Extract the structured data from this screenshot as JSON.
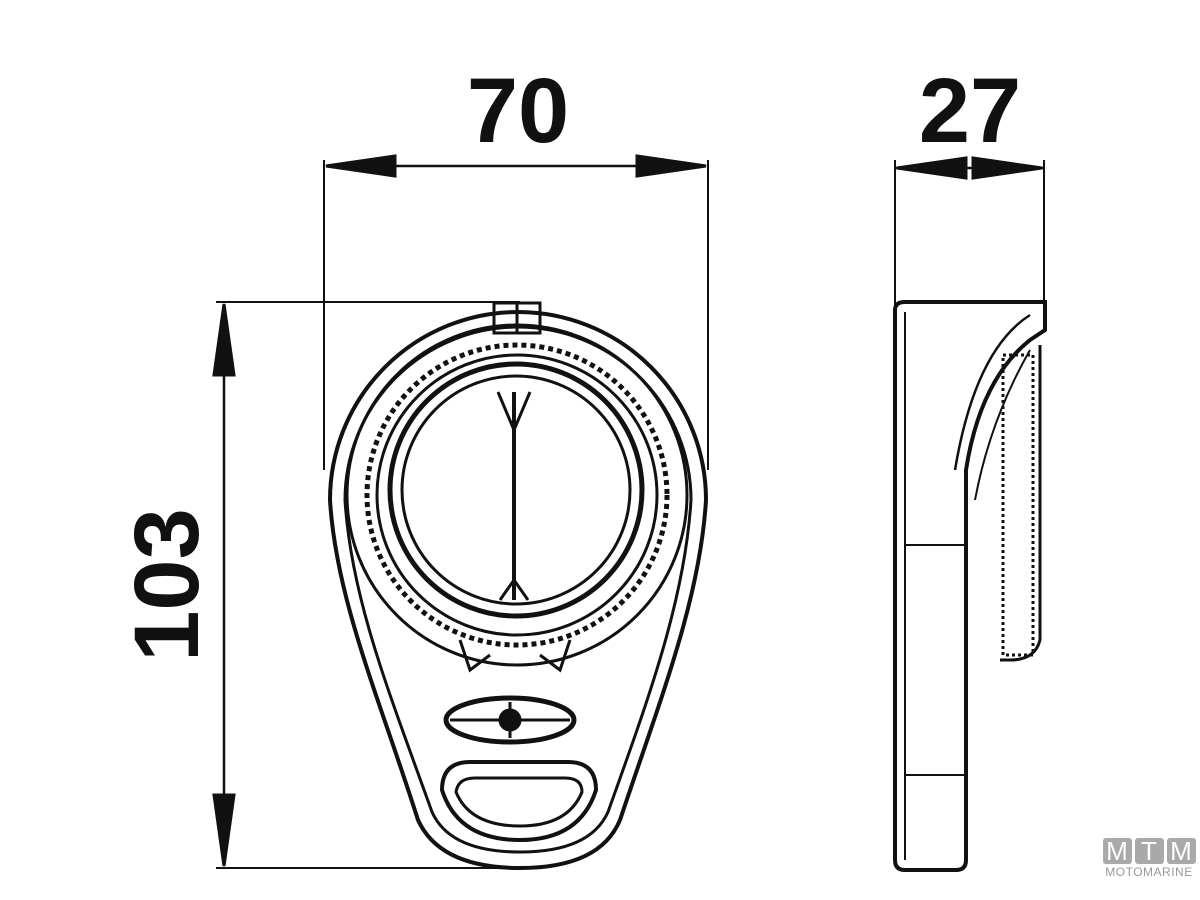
{
  "dimensions": {
    "width_label": "70",
    "depth_label": "27",
    "height_label": "103"
  },
  "logo": {
    "letters": [
      "M",
      "T",
      "M"
    ],
    "subtitle": "MOTOMARINE"
  }
}
